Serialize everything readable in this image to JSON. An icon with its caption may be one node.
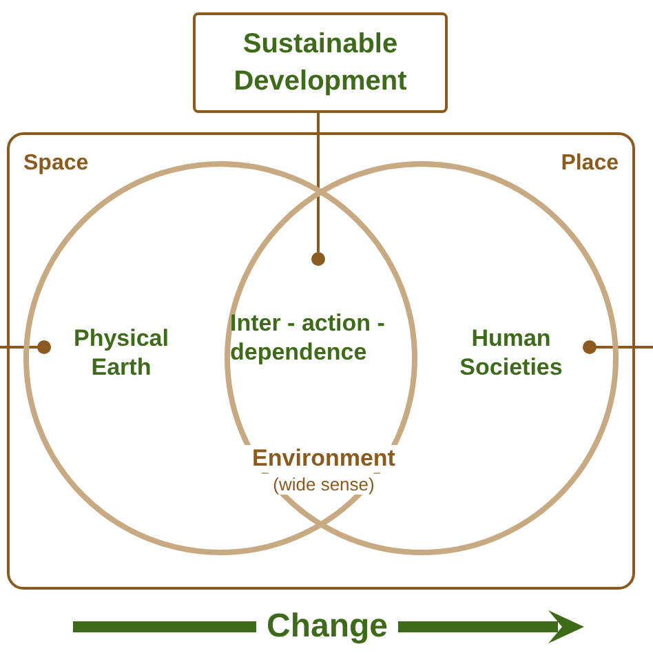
{
  "diagram": {
    "nodes": [
      {
        "text": [
          "Sustainable Development"
        ]
      },
      {
        "text": [
          "Space",
          "Place"
        ]
      },
      {
        "text": [
          "Physical Earth"
        ],
        "in": 1
      },
      {
        "text": [
          "Human Societies"
        ],
        "in": 1
      },
      {
        "text": [
          "Inter - action - dependence"
        ]
      },
      {
        "text": [],
        "shape": "circle"
      }
    ],
    "edges": [
      {
        "from": 0,
        "to": 5,
        "arrow": "none"
      },
      {
        "from": null,
        "to": 2,
        "arrow": "other"
      },
      {
        "from": null,
        "to": 3,
        "arrow": "other"
      }
    ],
    "labels": [
      "Environment",
      "(wide sense)",
      "Change"
    ]
  }
}
